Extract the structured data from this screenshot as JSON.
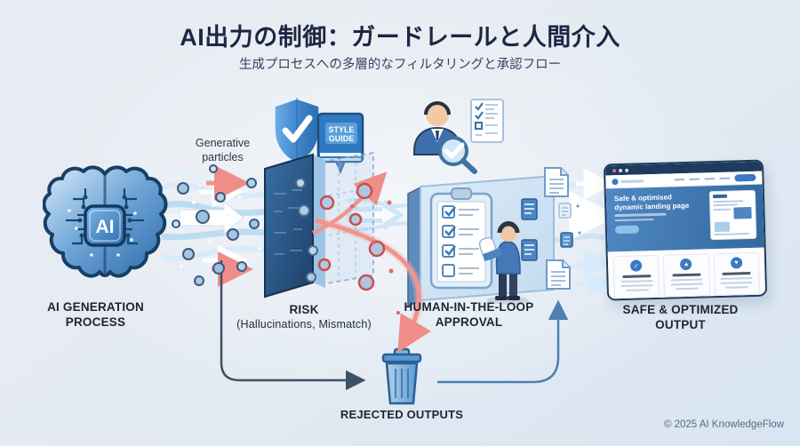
{
  "header": {
    "title": "AI出力の制御：ガードレールと人間介入",
    "subtitle": "生成プロセスへの多層的なフィルタリングと承認フロー"
  },
  "diagram": {
    "generation": {
      "chip": "AI",
      "label1": "AI GENERATION",
      "label2": "PROCESS"
    },
    "particles": {
      "label": "Generative particles"
    },
    "style_guide": {
      "word1": "STYLE",
      "word2": "GUIDE"
    },
    "risk": {
      "label": "RISK",
      "sublabel": "(Hallucinations, Mismatch)"
    },
    "approval": {
      "label1": "HUMAN-IN-THE-LOOP",
      "label2": "APPROVAL"
    },
    "output": {
      "label1": "SAFE & OPTIMIZED",
      "label2": "OUTPUT"
    },
    "rejected": {
      "label": "REJECTED OUTPUTS"
    }
  },
  "browser_preview": {
    "hero_line1": "Safe & optimised",
    "hero_line2": "dynamic landing page"
  },
  "footer": {
    "copyright": "© 2025 AI KnowledgeFlow"
  },
  "colors": {
    "accent_blue": "#3a79c3",
    "deep_navy": "#1d2742",
    "risk_red": "#ef8d88",
    "stream_blue": "#cfe3f4"
  }
}
